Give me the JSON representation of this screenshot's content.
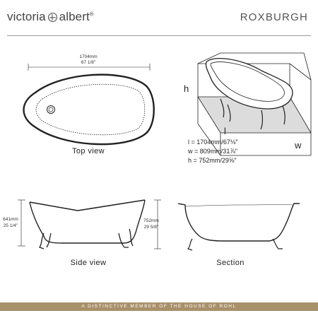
{
  "brand": {
    "name_left": "victoria",
    "name_right": "albert",
    "mark": "®"
  },
  "model": "ROXBURGH",
  "top_view": {
    "label": "Top view",
    "dim_mm": "1704mm",
    "dim_in": "67 1/8\""
  },
  "iso_view": {
    "h_label": "h",
    "l_label": "l",
    "w_label": "w"
  },
  "specs": [
    {
      "key": "l",
      "sep": "=",
      "value": "1704mm/67⅛\""
    },
    {
      "key": "w",
      "sep": "=",
      "value": "809mm/31⅞\""
    },
    {
      "key": "h",
      "sep": "=",
      "value": "752mm/29⅝\""
    }
  ],
  "side_view": {
    "label": "Side view",
    "left_mm": "641mm",
    "left_in": "25 1/4\"",
    "right_mm": "752mm",
    "right_in": "29 5/8\""
  },
  "section_view": {
    "label": "Section"
  },
  "footer": {
    "text": "A DISTINCTIVE MEMBER OF THE HOUSE OF ROHL"
  }
}
